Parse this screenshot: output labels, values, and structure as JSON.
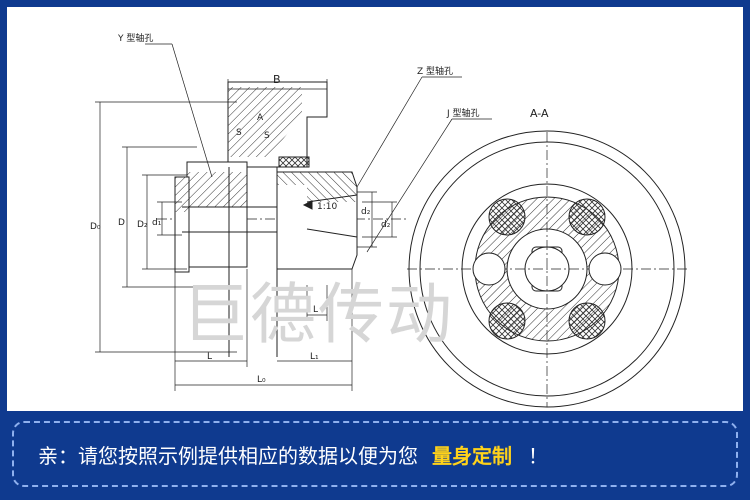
{
  "drawing": {
    "labels": {
      "y_hole": "Y 型轴孔",
      "z_hole": "Z 型轴孔",
      "j_hole": "J 型轴孔",
      "section": "A-A",
      "B": "B",
      "A": "A",
      "S1": "S",
      "S2": "S",
      "taper": "1:10",
      "D0": "D₀",
      "D": "D",
      "D2": "D₂",
      "d1": "d₁",
      "d2": "d₂",
      "dz": "d₂",
      "L": "L",
      "L_small": "L",
      "L1": "L₁",
      "L0": "L₀"
    },
    "watermark": "巨德传动",
    "colors": {
      "line": "#222222",
      "hatch": "#333333",
      "watermark": "#d6d6d6"
    }
  },
  "banner": {
    "text": "亲：请您按照示例提供相应的数据以便为您",
    "highlight": "量身定制",
    "end": "！",
    "colors": {
      "background": "#0f3a8f",
      "text": "#ffffff",
      "highlight": "#ffd21a"
    }
  }
}
